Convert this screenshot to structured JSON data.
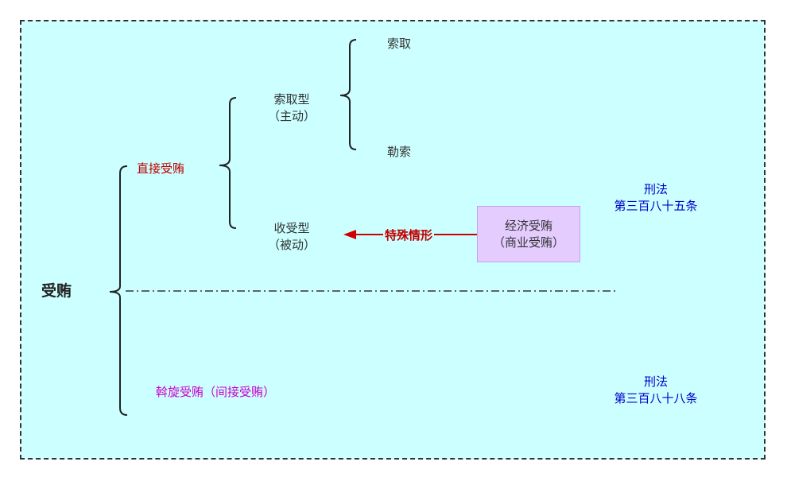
{
  "root": "受贿",
  "direct": "直接受贿",
  "demand_type": {
    "line1": "索取型",
    "line2": "（主动）"
  },
  "accept_type": {
    "line1": "收受型",
    "line2": "（被动）"
  },
  "demand_leaf1": "索取",
  "demand_leaf2": "勒索",
  "special": "特殊情形",
  "economic": {
    "line1": "经济受贿",
    "line2": "（商业受贿）"
  },
  "indirect": "斡旋受贿（间接受贿）",
  "law1": {
    "line1": "刑法",
    "line2": "第三百八十五条"
  },
  "law2": {
    "line1": "刑法",
    "line2": "第三百八十八条"
  },
  "colors": {
    "background": "#ccffff",
    "direct": "#c00000",
    "indirect": "#cc00cc",
    "law": "#0000cc",
    "box": "#e5ccff"
  }
}
